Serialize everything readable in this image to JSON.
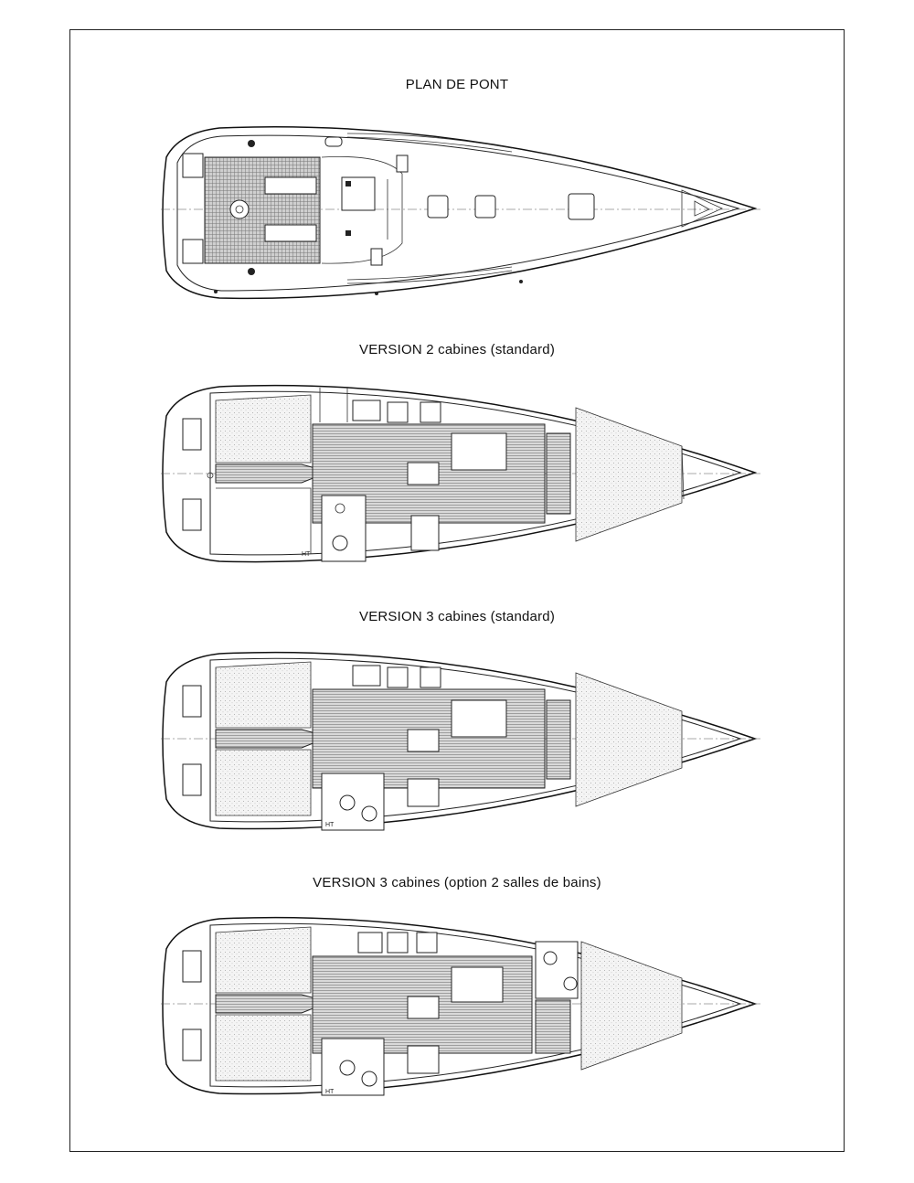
{
  "titles": {
    "deck": "PLAN DE PONT",
    "v2": "VERSION 2 cabines (standard)",
    "v3": "VERSION 3 cabines (standard)",
    "v3b": "VERSION 3 cabines (option 2 salles de bains)"
  },
  "labels": {
    "ht": "HT"
  }
}
